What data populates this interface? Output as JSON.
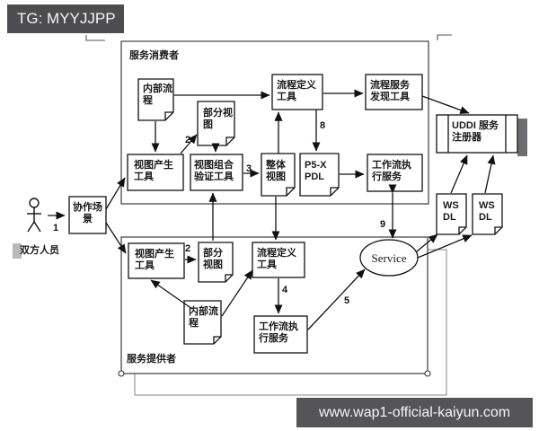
{
  "watermarks": {
    "top": "TG: MYYJJPP",
    "bottom": "www.wap1-official-kaiyun.com"
  },
  "colors": {
    "watermark_bg": "#4d4d4f",
    "watermark_bottom_bg": "#555557",
    "registry_shadow": "#6e6e70",
    "highlight_gray": "#b9b9b9"
  },
  "actor": {
    "label": "双方人员"
  },
  "sections": {
    "consumer": {
      "label": "服务消费者"
    },
    "provider": {
      "label": "服务提供者"
    }
  },
  "nodes": {
    "collab_scene": "协作场景",
    "c_internal_process": "内部流程",
    "c_partial_view": "部分视图",
    "c_view_gen_tool": "视图产生工具",
    "c_view_compose_tool": "视图组合验证工具",
    "c_overall_view": "整体视图",
    "c_pdl": "P5-X PDL",
    "c_process_def_tool": "流程定义工具",
    "c_discovery_tool": "流程服务发现工具",
    "c_workflow_exec": "工作流执行服务",
    "registry": "UDDI 服务注册器",
    "wsdl1": "WS DL",
    "wsdl2": "WS DL",
    "p_view_gen_tool": "视图产生工具",
    "p_partial_view": "部分视图",
    "p_process_def_tool": "流程定义工具",
    "p_internal_process": "内部流程",
    "p_workflow_exec": "工作流执行服务",
    "service": "Service"
  },
  "arrow_labels": {
    "n1": "1",
    "n2_top": "2",
    "n3": "3",
    "n8": "8",
    "n2_bottom": "2",
    "n4": "4",
    "n5": "5",
    "n9": "9"
  }
}
